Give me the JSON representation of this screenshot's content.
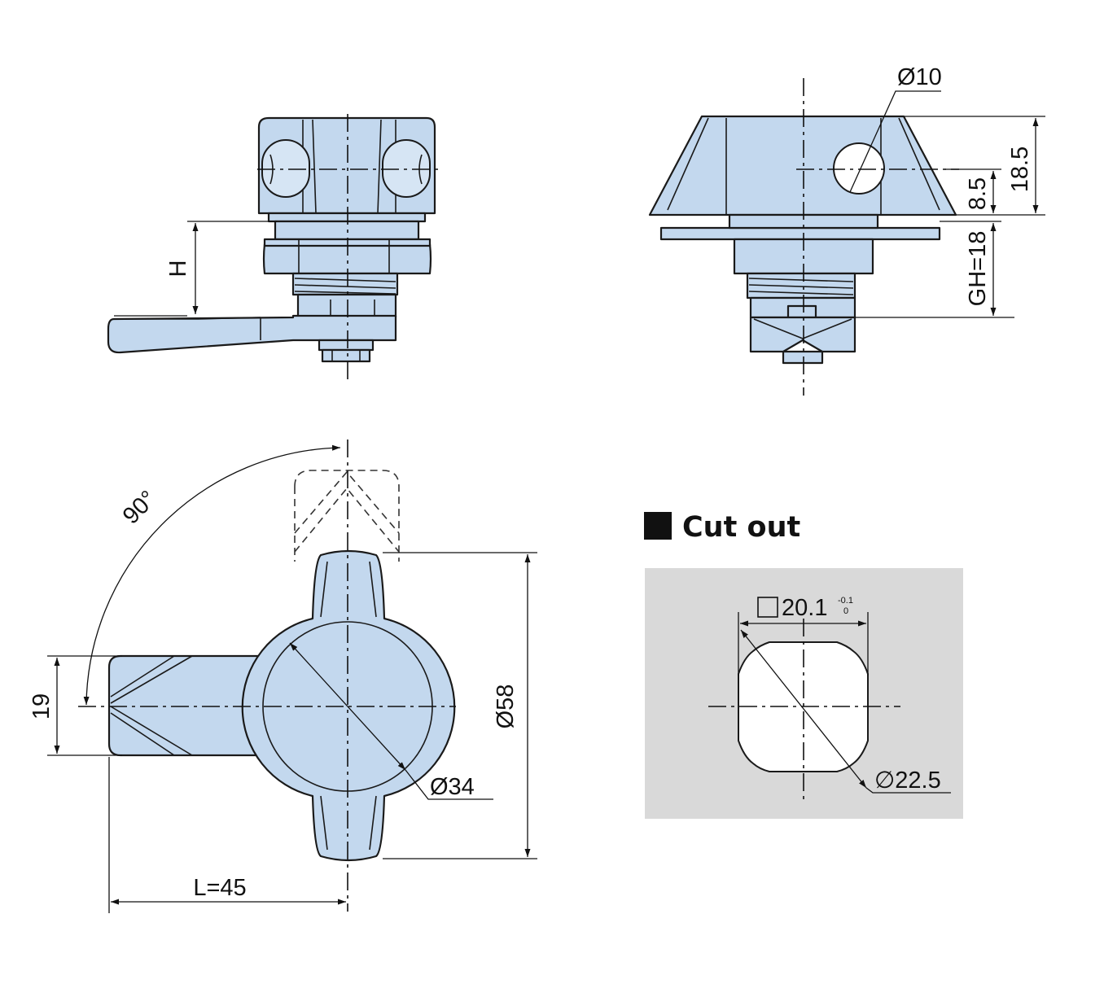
{
  "labels": {
    "dia10": "Ø10",
    "h18_5": "18.5",
    "h8_5": "8.5",
    "gh18": "GH=18",
    "h": "H",
    "angle90": "90°",
    "w19": "19",
    "dia58": "Ø58",
    "dia34": "Ø34",
    "l45": "L=45"
  },
  "cutout": {
    "title": "Cut out",
    "square": "20.1",
    "tol_upper": "-0.1",
    "tol_lower": "0",
    "diameter": "∅22.5"
  },
  "colors": {
    "part_fill": "#c3d8ee",
    "cutout_bg": "#d9d9d9",
    "line": "#1a1a1a"
  }
}
